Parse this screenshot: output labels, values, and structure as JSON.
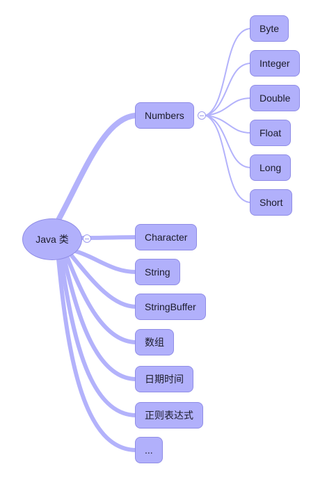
{
  "root": {
    "label": "Java 类"
  },
  "branches": [
    {
      "label": "Numbers",
      "collapse_icon": "collapse-icon"
    },
    {
      "label": "Character"
    },
    {
      "label": "String"
    },
    {
      "label": "StringBuffer"
    },
    {
      "label": "数组"
    },
    {
      "label": "日期时间"
    },
    {
      "label": "正则表达式"
    },
    {
      "label": "..."
    }
  ],
  "numbers_children": [
    {
      "label": "Byte"
    },
    {
      "label": "Integer"
    },
    {
      "label": "Double"
    },
    {
      "label": "Float"
    },
    {
      "label": "Long"
    },
    {
      "label": "Short"
    }
  ],
  "colors": {
    "node_fill": "#b1b0fb",
    "node_border": "#8f8ce6",
    "edge": "#b3b2fb",
    "text": "#1b1b2b"
  }
}
